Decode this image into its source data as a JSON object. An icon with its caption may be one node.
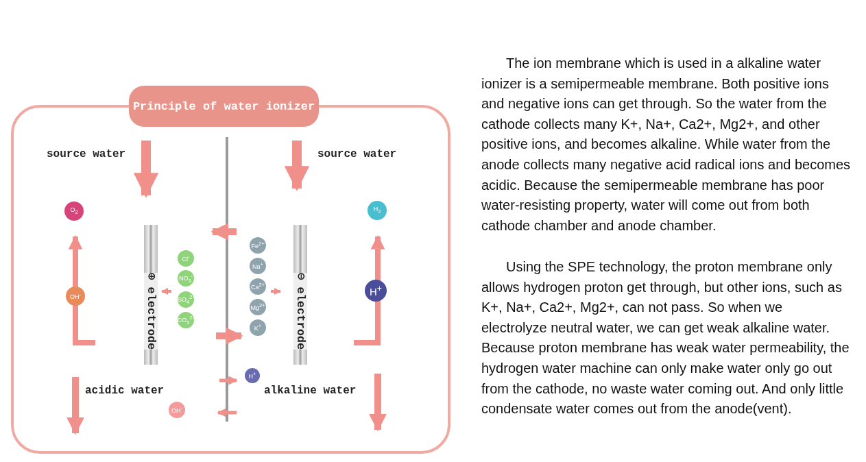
{
  "diagram": {
    "title": "Principle of water ionizer",
    "nodes": [
      {
        "text": [
          "⊕ electrode"
        ]
      },
      {
        "text": [
          "⊖ electrode"
        ]
      },
      {
        "text": [
          "O$_{2}$"
        ]
      },
      {
        "text": [
          "OH$^{-}$"
        ]
      },
      {
        "text": [
          "Cl$^{-}$"
        ]
      },
      {
        "text": [
          "NO$_{3}$$^{-}$"
        ]
      },
      {
        "text": [
          "SO$_{4}$$^{2-}$"
        ]
      },
      {
        "text": [
          "CO$_{3}$$^{2-}$"
        ]
      },
      {
        "text": [
          "Fe$^{2+}$"
        ]
      },
      {
        "text": [
          "Na$^{+}$"
        ]
      },
      {
        "text": [
          "Ca$^{2+}$"
        ]
      },
      {
        "text": [
          "Mg$^{2+}$"
        ]
      },
      {
        "text": [
          "K$^{+}$"
        ]
      },
      {
        "text": [
          "H$_{2}$"
        ]
      },
      {
        "text": [
          "H$^{+}$"
        ]
      },
      {
        "text": [
          "H$^{+}$"
        ]
      },
      {
        "text": [
          "OH$^{-}$"
        ]
      }
    ],
    "edges": [],
    "labels": [
      "source water",
      "source water",
      "acidic water",
      "alkaline water",
      "The ion membrane which is used in a alkaline water ionizer is a semipermeable membrane. Both positive ions and negative ions can get through. So the water from the cathode collects many K+, Na+, Ca2+, Mg2+, and other positive ions, and becomes alkaline. While water from the anode collects many negative acid radical ions and becomes acidic. Because the semipermeable membrane has poor water-resisting property, water will come out from both cathode chamber and anode chamber.",
      "Using the SPE technology, the proton membrane only allows hydrogen proton get through, but other ions, such as K+, Na+, Ca2+, Mg2+, can not pass. So when we electrolyze neutral water, we can get weak alkaline water. Because proton membrane has weak water permeability, the hydrogen water machine can only make water only go out from the cathode, no waste water coming out. And only little condensate water comes out from the anode(vent)."
    ]
  }
}
